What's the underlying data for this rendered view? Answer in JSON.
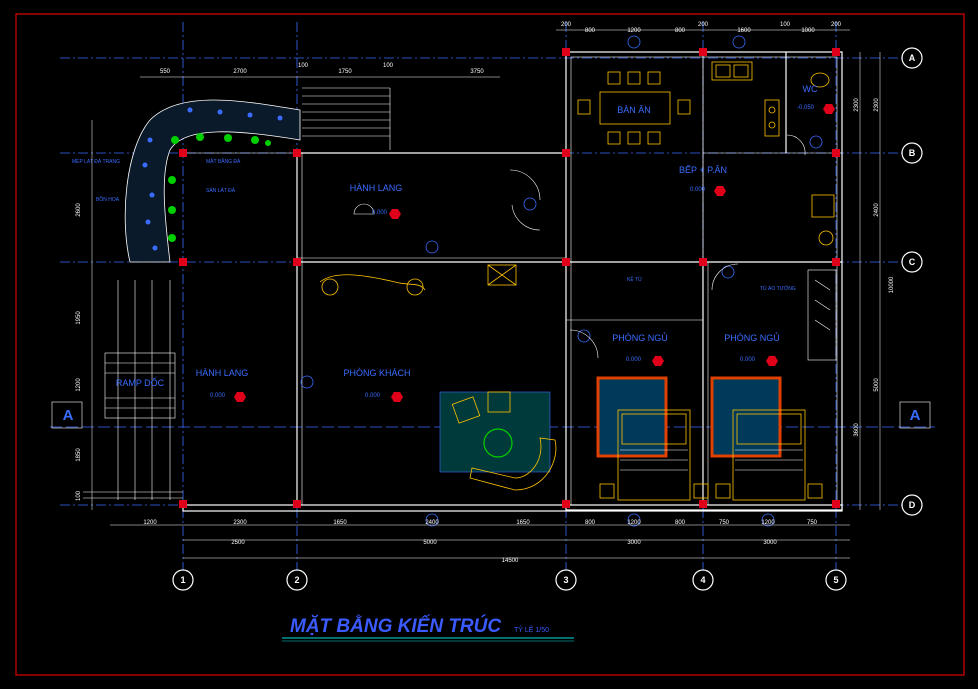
{
  "drawing": {
    "title": "MẶT BẰNG KIẾN TRÚC",
    "scale": "TỶ LỆ 1/50",
    "colors": {
      "background": "#000000",
      "frame": "#c00000",
      "wall": "#ffffff",
      "axis": "#3a6cff",
      "room": "#3a6cff",
      "furniture": "#ffc400",
      "column": "#e0001a",
      "green": "#00d000"
    }
  },
  "grid": {
    "cols": [
      "1",
      "2",
      "3",
      "4",
      "5"
    ],
    "rows": [
      "A",
      "B",
      "C",
      "D"
    ],
    "section": "A"
  },
  "rooms": {
    "ban_an": "BÀN ĂN",
    "bep": "BẾP + P.ĂN",
    "wc": "WC",
    "hanh_lang_top": "HÀNH LANG",
    "hanh_lang_left": "HÀNH LANG",
    "phong_khach": "PHÒNG KHÁCH",
    "phong_ngu_1": "PHÒNG NGỦ",
    "phong_ngu_2": "PHÒNG NGỦ",
    "ramp": "RAMP DỐC",
    "level_main": "0.000",
    "level_wc": "-0.050"
  },
  "dims": {
    "top_left": [
      "550",
      "2700",
      "100",
      "1750",
      "100",
      "3750"
    ],
    "top_right": [
      "200",
      "800",
      "1200",
      "800",
      "200",
      "1600",
      "100",
      "1000",
      "200"
    ],
    "bottom_row1": [
      "1200",
      "2300",
      "1650",
      "2400",
      "1650",
      "800",
      "1200",
      "800",
      "750",
      "1200",
      "750"
    ],
    "bottom_row2": [
      "2500",
      "5000",
      "3000",
      "3000"
    ],
    "bottom_total": "14500",
    "right_col": [
      "2300",
      "2300",
      "2400",
      "10000",
      "5000",
      "3600"
    ],
    "left_col": [
      "2600",
      "1950",
      "1200",
      "1850",
      "100"
    ]
  },
  "notes": {
    "tuong_rao": "MÉP LAT ĐÁ TRANG",
    "mat_bang": "MẶT BẰNG ĐÁ",
    "bon_hoa": "BỒN HOA",
    "san_lat": "SÀN LÁT ĐÁ",
    "kt_tu": "KỆ TỦ",
    "tu_bep": "TỦ ÁO TƯỜNG"
  }
}
